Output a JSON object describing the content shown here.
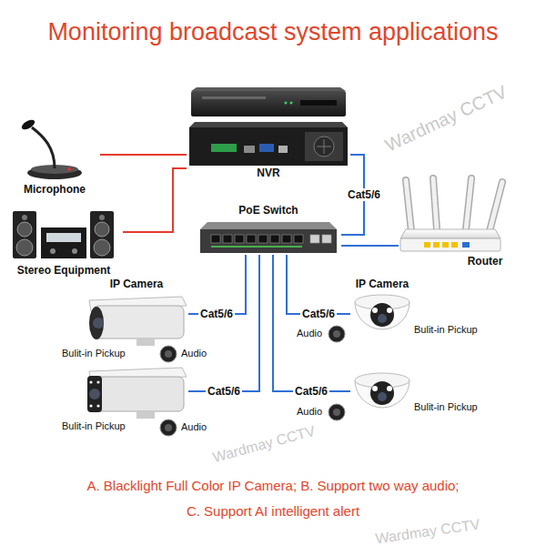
{
  "diagram": {
    "title": "Monitoring broadcast system applications",
    "caption": "A. Blacklight Full Color IP Camera; B. Support two way audio; C. Support AI intelligent alert",
    "nodes": [
      {
        "text": [
          "NVR"
        ]
      },
      {
        "text": [
          "Microphone"
        ]
      },
      {
        "text": [
          "Stereo Equipment"
        ]
      },
      {
        "text": [
          "PoE Switch"
        ]
      },
      {
        "text": [
          "Router"
        ]
      },
      {
        "text": [
          "IP Camera",
          "Bulit-in Pickup"
        ]
      },
      {
        "text": [
          "IP Camera",
          "Bulit-in Pickup"
        ]
      },
      {
        "text": [
          "Bulit-in Pickup"
        ]
      },
      {
        "text": [
          "Bulit-in Pickup"
        ]
      }
    ],
    "edges": [
      {
        "from": 1,
        "to": 0,
        "arrow": "none"
      },
      {
        "from": 2,
        "to": 0,
        "arrow": "none"
      },
      {
        "from": 0,
        "to": 3,
        "label": "Cat5/6",
        "arrow": "none"
      },
      {
        "from": 3,
        "to": 4,
        "arrow": "none"
      },
      {
        "from": 3,
        "to": 5,
        "label": "Cat5/6",
        "arrow": "none"
      },
      {
        "from": 3,
        "to": 6,
        "label": "Cat5/6",
        "arrow": "none"
      },
      {
        "from": 3,
        "to": 7,
        "label": "Cat5/6",
        "arrow": "none"
      },
      {
        "from": 3,
        "to": 8,
        "label": "Cat5/6",
        "arrow": "none"
      }
    ],
    "labels": [
      "Wardmay CCTV",
      "Wardmay CCTV",
      "Wardmay CCTV",
      "Audio",
      "Audio",
      "Audio",
      "Audio"
    ]
  }
}
